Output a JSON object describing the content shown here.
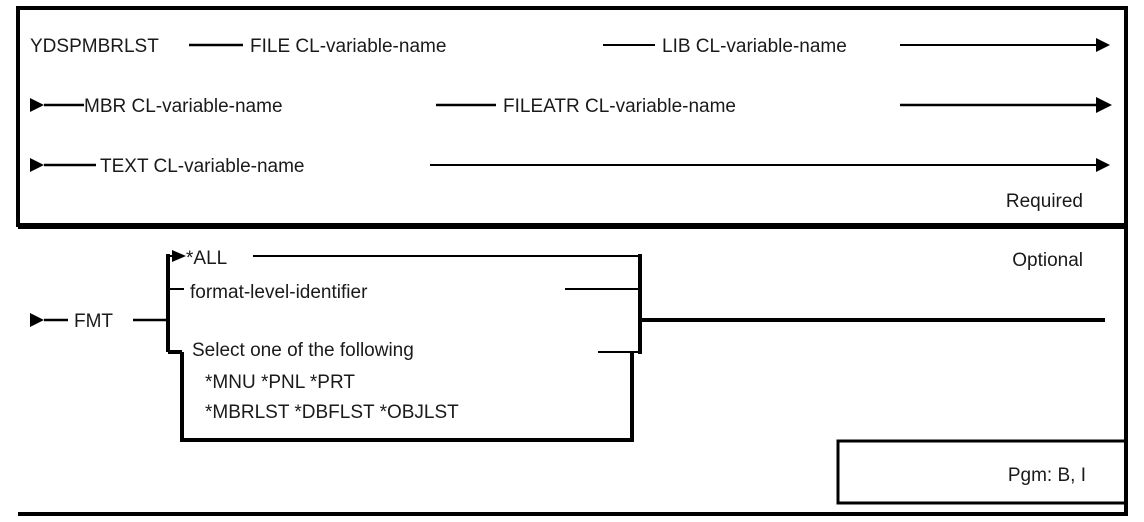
{
  "diagram": {
    "kind": "railroad-syntax-diagram",
    "command": "YDSPMBRLST",
    "sections": [
      {
        "id": "required",
        "label": "Required"
      },
      {
        "id": "optional",
        "label": "Optional"
      }
    ],
    "required_rows": [
      {
        "row": 1,
        "items": [
          {
            "text": "YDSPMBRLST",
            "kind": "command-name"
          },
          {
            "text": "FILE CL-variable-name",
            "kind": "parameter"
          },
          {
            "text": "LIB CL-variable-name",
            "kind": "parameter"
          }
        ]
      },
      {
        "row": 2,
        "items": [
          {
            "text": "MBR CL-variable-name",
            "kind": "parameter"
          },
          {
            "text": "FILEATR CL-variable-name",
            "kind": "parameter"
          }
        ]
      },
      {
        "row": 3,
        "items": [
          {
            "text": "TEXT CL-variable-name",
            "kind": "parameter"
          }
        ]
      }
    ],
    "optional_group": {
      "keyword": "FMT",
      "choices": [
        {
          "text": "*ALL",
          "default": true
        },
        {
          "text": "format-level-identifier",
          "default": false
        }
      ],
      "nested_group": {
        "title": "Select one of the following",
        "values_lines": [
          "*MNU *PNL *PRT",
          "*MBRLST *DBFLST *OBJLST"
        ],
        "values": [
          "*MNU",
          "*PNL",
          "*PRT",
          "*MBRLST",
          "*DBFLST",
          "*OBJLST"
        ]
      }
    },
    "footer": {
      "pgm_note": "Pgm: B, I"
    },
    "colors": {
      "line": "#000000",
      "text": "#1a1a1a",
      "background": "#ffffff"
    }
  }
}
